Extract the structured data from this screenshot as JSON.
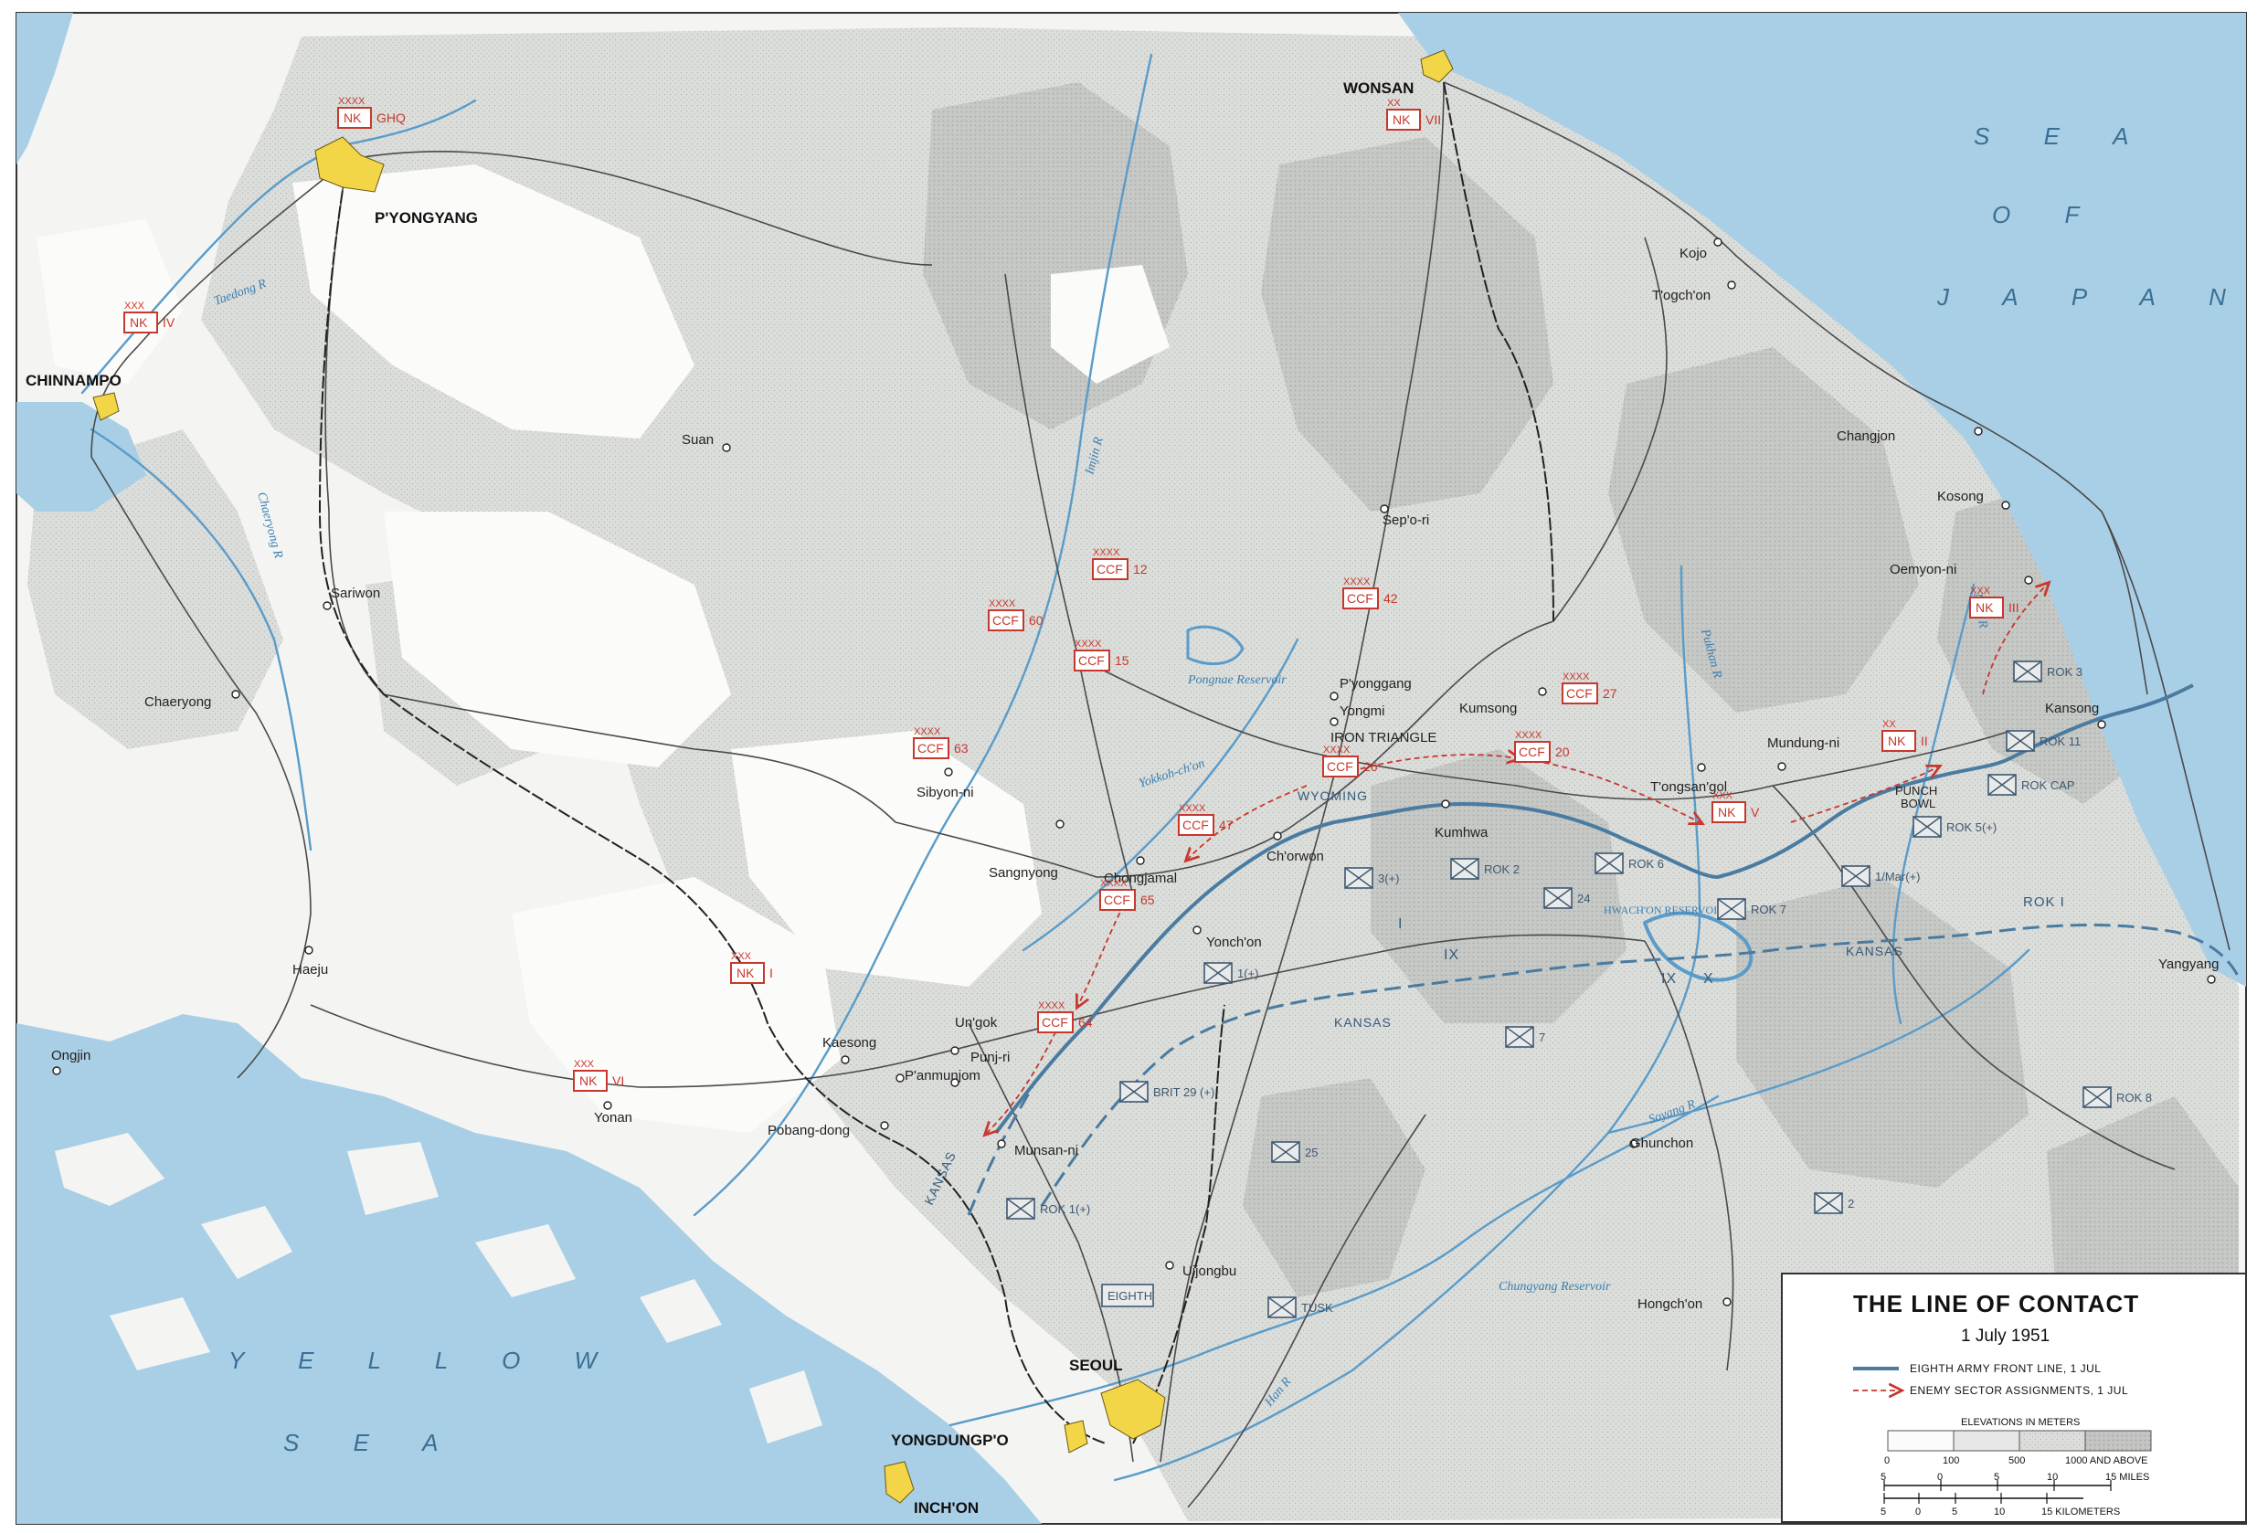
{
  "title": "THE LINE OF CONTACT",
  "date": "1 July 1951",
  "water_bodies": {
    "sea_of_japan": [
      "S E A",
      "O F",
      "J A P A N"
    ],
    "yellow_sea": [
      "Y E L L O W",
      "S E A"
    ]
  },
  "cities": [
    {
      "name": "P'YONGYANG"
    },
    {
      "name": "WONSAN"
    },
    {
      "name": "CHINNAMPO"
    },
    {
      "name": "SEOUL"
    },
    {
      "name": "YONGDUNGP'O"
    },
    {
      "name": "INCH'ON"
    }
  ],
  "places": [
    "Kojo",
    "T'ogch'on",
    "Changjon",
    "Kosong",
    "Oemyon-ni",
    "Kansong",
    "Suan",
    "Sep'o-ri",
    "Sariwon",
    "Chaeryong",
    "P'yonggang",
    "Yongmi",
    "Kumsong",
    "IRON TRIANGLE",
    "Mundung-ni",
    "T'ongsan'gol",
    "PUNCH",
    "BOWL",
    "Sibyon-ni",
    "Sangnyong",
    "Chongjamal",
    "Ch'orwon",
    "Kumhwa",
    "Yonch'on",
    "Haeju",
    "Ongjin",
    "Kaesong",
    "Un'gok",
    "Punj-ri",
    "P'anmunjom",
    "Yonan",
    "Pobang-dong",
    "Munsan-ni",
    "Ghunchon",
    "Uijongbu",
    "Hongch'on",
    "Yangyang"
  ],
  "rivers": [
    "Taedong R",
    "Chaeryong R",
    "Imjin R",
    "Pongnae Reservoir",
    "Yokkoh-ch'on",
    "Pukhan R",
    "Nam R",
    "Han R",
    "Soyang R",
    "Chungyang Reservoir",
    "HWACH'ON RESERVOIR"
  ],
  "enemy_units": [
    {
      "echelon": "XXXX",
      "org": "NK",
      "num": "GHQ"
    },
    {
      "echelon": "XX",
      "org": "NK",
      "num": "VII"
    },
    {
      "echelon": "XXX",
      "org": "NK",
      "num": "IV"
    },
    {
      "echelon": "XXXX",
      "org": "CCF",
      "num": "12"
    },
    {
      "echelon": "XXXX",
      "org": "CCF",
      "num": "42"
    },
    {
      "echelon": "XXXX",
      "org": "CCF",
      "num": "60"
    },
    {
      "echelon": "XXXX",
      "org": "CCF",
      "num": "15"
    },
    {
      "echelon": "XXX",
      "org": "NK",
      "num": "III"
    },
    {
      "echelon": "XXXX",
      "org": "CCF",
      "num": "27"
    },
    {
      "echelon": "XXXX",
      "org": "CCF",
      "num": "63"
    },
    {
      "echelon": "XXXX",
      "org": "CCF",
      "num": "26"
    },
    {
      "echelon": "XXXX",
      "org": "CCF",
      "num": "20"
    },
    {
      "echelon": "XX",
      "org": "NK",
      "num": "II"
    },
    {
      "echelon": "XXX",
      "org": "NK",
      "num": "V"
    },
    {
      "echelon": "XXXX",
      "org": "CCF",
      "num": "47"
    },
    {
      "echelon": "XXXX",
      "org": "CCF",
      "num": "65"
    },
    {
      "echelon": "XXX",
      "org": "NK",
      "num": "I"
    },
    {
      "echelon": "XXXX",
      "org": "CCF",
      "num": "64"
    },
    {
      "echelon": "XXX",
      "org": "NK",
      "num": "VI"
    }
  ],
  "friendly_units": [
    "ROK 3",
    "ROK 11",
    "ROK CAP",
    "ROK 5(+)",
    "1/Mar(+)",
    "ROK 7",
    "ROK 6",
    "ROK 2",
    "24",
    "3(+)",
    "1(+)",
    "7",
    "BRIT 29 (+)",
    "25",
    "ROK 1(+)",
    "TUSK",
    "EIGHTH",
    "ROK 8",
    "2"
  ],
  "line_labels": [
    "KANSAS",
    "KANSAS",
    "KANSAS",
    "WYOMING",
    "I",
    "IX",
    "IX",
    "X",
    "ROK I"
  ],
  "legend": {
    "front_line": "EIGHTH ARMY FRONT LINE, 1 JUL",
    "enemy_sectors": "ENEMY SECTOR ASSIGNMENTS, 1 JUL",
    "elevations_title": "ELEVATIONS IN METERS",
    "elevations": [
      "0",
      "100",
      "500",
      "1000 AND ABOVE"
    ],
    "miles_label": "15 MILES",
    "miles_ticks": [
      "5",
      "0",
      "5",
      "10"
    ],
    "km_label": "15 KILOMETERS",
    "km_ticks": [
      "5",
      "0",
      "5",
      "10"
    ]
  },
  "colors": {
    "water": "#a9cfe6",
    "land_low": "#f5f6f4",
    "land_mid": "#d9dbd8",
    "land_high": "#b6b8b5",
    "front_line": "#4a7ba0",
    "enemy": "#c8372d",
    "city": "#f2d648"
  }
}
